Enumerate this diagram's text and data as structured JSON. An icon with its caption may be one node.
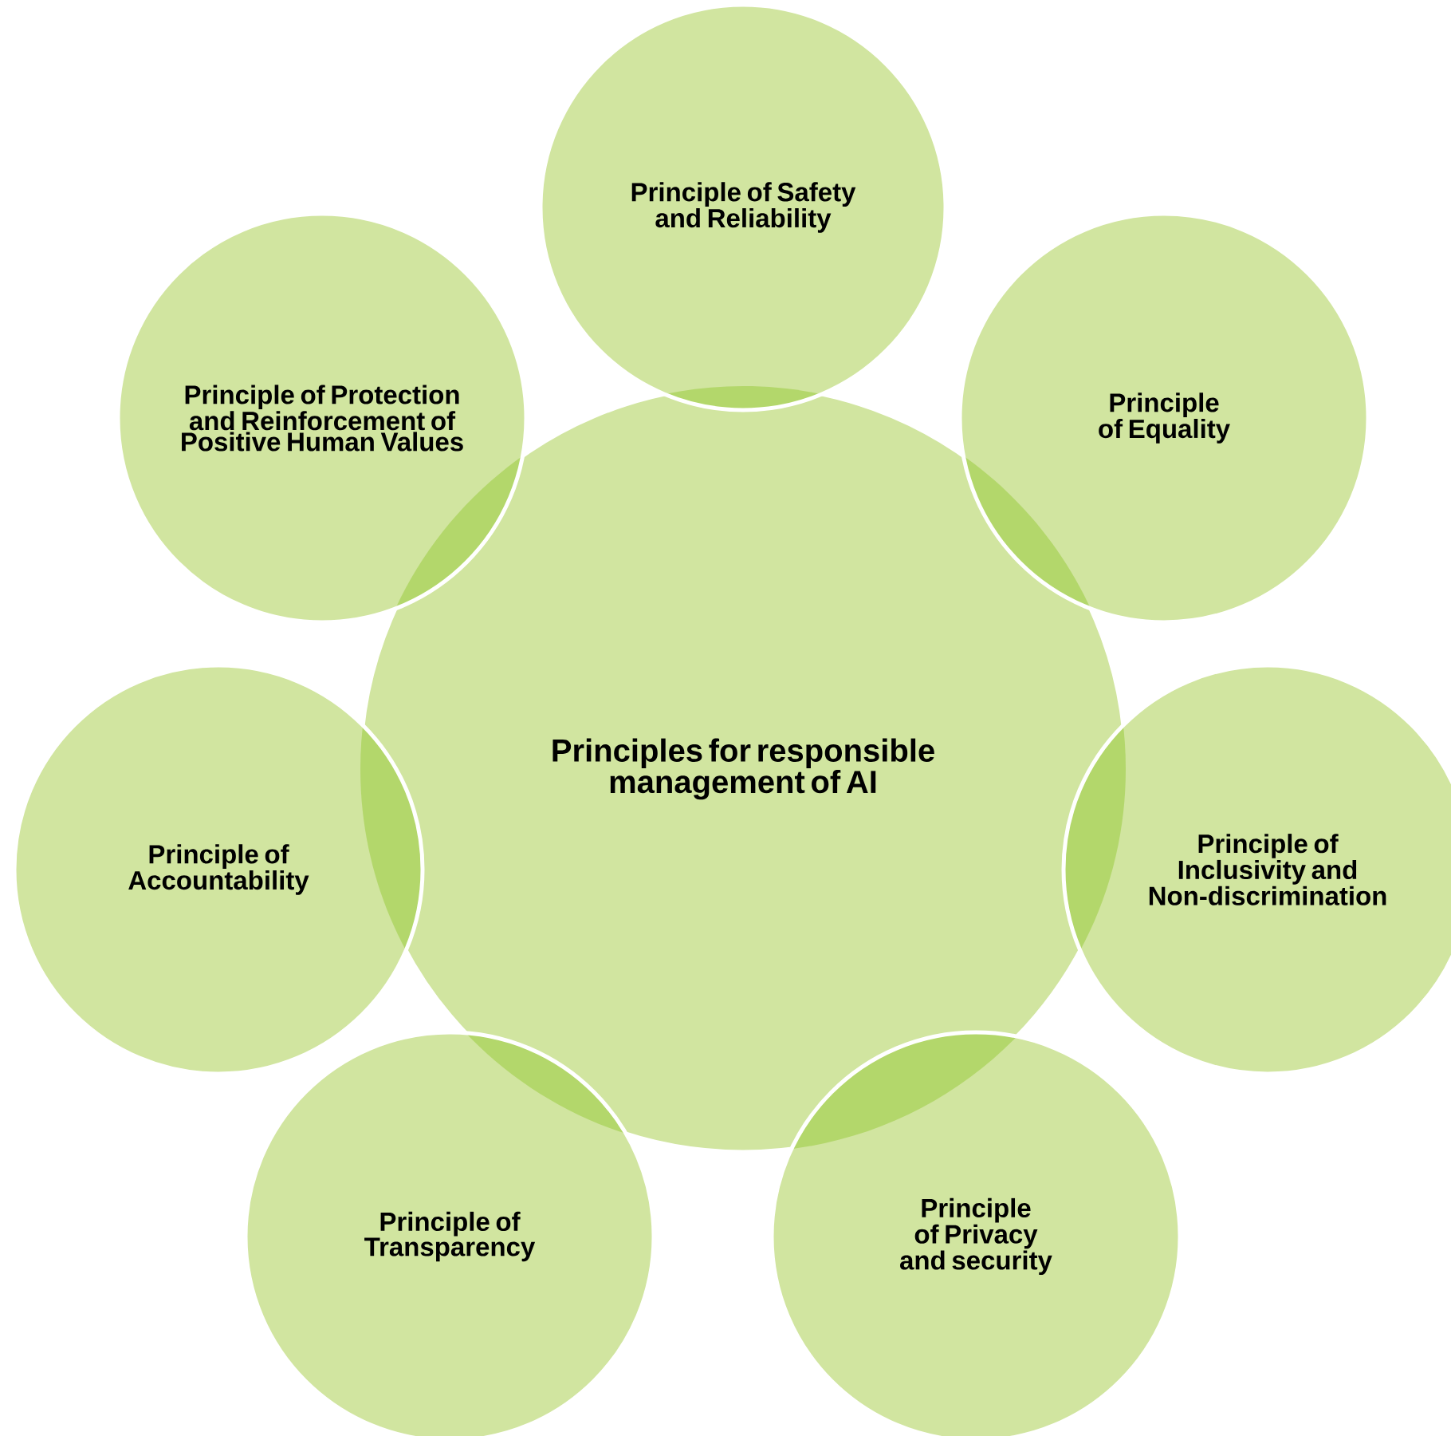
{
  "diagram": {
    "nodes": [
      {
        "text": [
          "Principles for responsible management of AI"
        ]
      },
      {
        "text": [
          "Principle of Safety and Reliability"
        ]
      },
      {
        "text": [
          "Principle of Equality"
        ]
      },
      {
        "text": [
          "Principle of Inclusivity and Non-discrimination"
        ]
      },
      {
        "text": [
          "Principle of Privacy and security"
        ]
      },
      {
        "text": [
          "Principle of Transparency"
        ]
      },
      {
        "text": [
          "Principle of Accountability"
        ]
      },
      {
        "text": [
          "Principle of Protection and Reinforcement of Positive Human Values"
        ]
      }
    ],
    "edges": []
  }
}
